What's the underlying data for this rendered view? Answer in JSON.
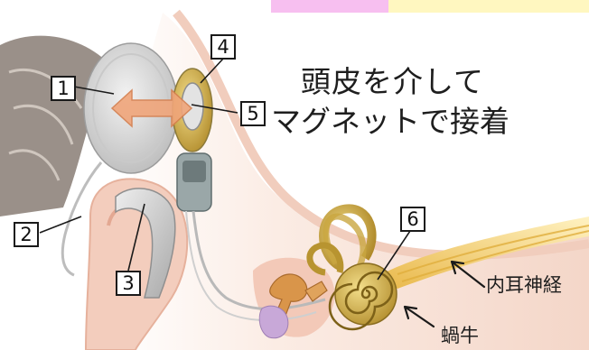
{
  "headline": {
    "line1": "頭皮を介して",
    "line2": "マグネットで接着"
  },
  "callouts": [
    {
      "number": "1"
    },
    {
      "number": "2"
    },
    {
      "number": "3"
    },
    {
      "number": "4"
    },
    {
      "number": "5"
    },
    {
      "number": "6"
    }
  ],
  "anatomy_labels": {
    "auditory_nerve": "内耳神経",
    "cochlea": "蝸牛"
  },
  "colors": {
    "skin": "#f6dccf",
    "nerve": "#f0c85a",
    "inner_ear": "#c9a640",
    "ossicles": "#d9954a",
    "device_gray": "#d9d9d9",
    "arrow": "#e8a070",
    "accent_pink": "#f7bff0",
    "accent_yellow": "#fff7c0"
  }
}
